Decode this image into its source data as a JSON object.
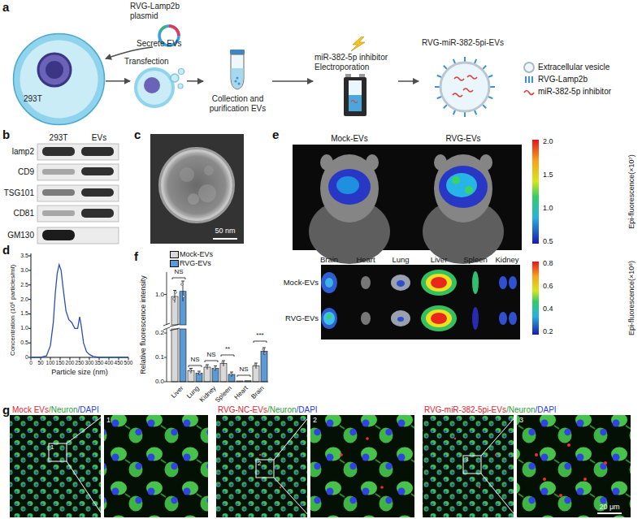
{
  "diagram": {
    "nodes": [
      {
        "text": [
          "RVG-Lamp2b plasmid"
        ]
      },
      {
        "text": [
          "293T"
        ]
      },
      {
        "text": [
          "Secrete EVs"
        ]
      },
      {
        "text": [
          "Collection and purification EVs"
        ]
      },
      {
        "text": [
          "miR-382-5p inhibitor Electroporation"
        ]
      },
      {
        "text": [
          "RVG-miR-382-5pi-EVs"
        ]
      }
    ],
    "edges": [
      {
        "from": 0,
        "to": 1,
        "label": "Transfection",
        "arrow": "to"
      },
      {
        "from": 1,
        "to": 2,
        "arrow": "to"
      },
      {
        "from": 2,
        "to": 3,
        "arrow": "to"
      },
      {
        "from": 3,
        "to": 4,
        "arrow": "to"
      },
      {
        "from": 4,
        "to": 5,
        "arrow": "to"
      }
    ],
    "labels": [
      "a",
      "b",
      "293T",
      "EVs",
      "lamp2",
      "CD9",
      "TSG101",
      "CD81",
      "GM130",
      "c",
      "50 nm",
      "d",
      "Concentration (10⁶ particles/ml)",
      "0",
      "0.5",
      "1.0",
      "1.5",
      "2.0",
      "2.5",
      "3.0",
      "3.5",
      "0",
      "50",
      "100",
      "150",
      "200",
      "250",
      "300",
      "350",
      "400",
      "450",
      "500",
      "Particle size (nm)",
      "e",
      "Mock-EVs",
      "RVG-EVs",
      "2.0",
      "1.5",
      "1.0",
      "0.5",
      "Epi-fluorescence(×10⁷)",
      "Brain",
      "Heart",
      "Lung",
      "Liver",
      "Spleen",
      "Kidney",
      "Mock-EVs",
      "RVG-EVs",
      "0.8",
      "0.6",
      "0.4",
      "0.2",
      "Epi-fluorescence(×10⁸)",
      "f",
      "Relative fluorescence intensity",
      "1.0",
      "0.2",
      "0.1",
      "0.0",
      "Liver",
      "Lung",
      "Kidney",
      "Spleen",
      "Heart",
      "Brain",
      "NS",
      "NS",
      "NS",
      "**",
      "NS",
      "***",
      "g",
      "Mock EVs",
      "/Neuron",
      "/DAPI",
      "RVG-NC-EVs",
      "/Neuron",
      "/DAPI",
      "RVG-miR-382-5pi-EVs",
      "/Neuron",
      "/DAPI",
      "1",
      "1",
      "2",
      "2",
      "3",
      "3",
      "20 μm"
    ],
    "legend": [
      {
        "text": "Extracellular vesicle"
      },
      {
        "text": "RVG-Lamp2b"
      },
      {
        "text": "miR-382-5p inhibitor"
      },
      {
        "text": "Mock-EVs",
        "color": "#d9d9d9"
      },
      {
        "text": "RVG-EVs",
        "color": "#5b9bd5"
      }
    ]
  }
}
